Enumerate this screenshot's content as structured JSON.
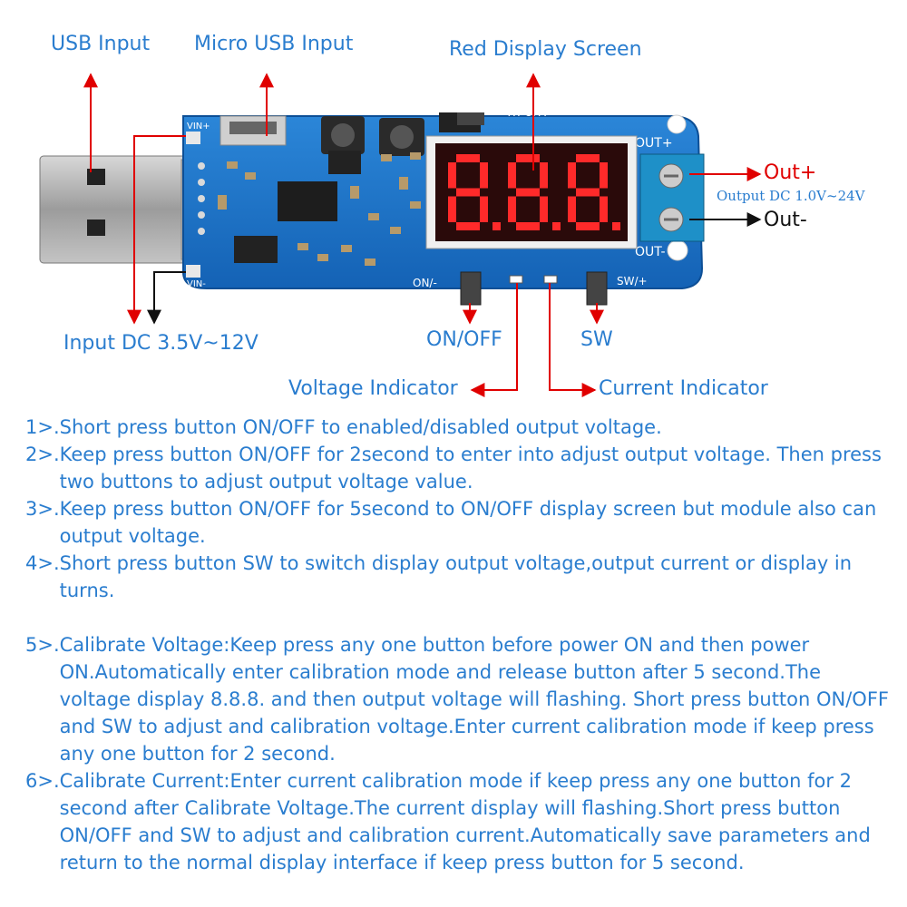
{
  "labels": {
    "usb_input": "USB Input",
    "micro_usb_input": "Micro USB Input",
    "red_display": "Red Display Screen",
    "out_plus": "Out+",
    "output_dc": "Output DC 1.0V~24V",
    "out_minus": "Out-",
    "input_dc": "Input DC 3.5V~12V",
    "on_off": "ON/OFF",
    "sw": "SW",
    "voltage_indicator": "Voltage Indicator",
    "current_indicator": "Current Indicator"
  },
  "board": {
    "vin_plus": "VIN+",
    "vin_minus": "VIN-",
    "model": "XY-UPA",
    "out_plus": "OUT+",
    "out_minus": "OUT-",
    "on_minus": "ON/-",
    "sw_plus": "SW/+",
    "display_digits": "8.8.8."
  },
  "colors": {
    "text_blue": "#2a7dcf",
    "arrow_red": "#e00000",
    "pcb_blue": "#1a72c9",
    "display_red": "#ff2a2a"
  },
  "instructions": [
    {
      "num": "1>.",
      "text": "Short press button ON/OFF to enabled/disabled output voltage."
    },
    {
      "num": "2>.",
      "text": "Keep press button ON/OFF for 2second to enter into adjust output voltage. Then press two buttons to adjust output voltage value."
    },
    {
      "num": "3>.",
      "text": "Keep press button ON/OFF for 5second to ON/OFF display screen but module also can output voltage."
    },
    {
      "num": "4>.",
      "text": "Short press button SW to switch display output voltage,output current or display in turns."
    },
    {
      "num": "5>.",
      "text": "Calibrate Voltage:Keep press any one button before power ON and then power ON.Automatically enter calibration mode and release button after 5 second.The voltage display 8.8.8. and then output voltage will flashing. Short press button ON/OFF and SW to adjust and calibration voltage.Enter current calibration mode if keep press any one button for 2 second."
    },
    {
      "num": "6>.",
      "text": "Calibrate Current:Enter current calibration mode if keep press any one button for 2 second after Calibrate Voltage.The current display will flashing.Short press button ON/OFF and SW to adjust and calibration current.Automatically save parameters and return to the normal display interface if keep press button for 5 second."
    }
  ]
}
